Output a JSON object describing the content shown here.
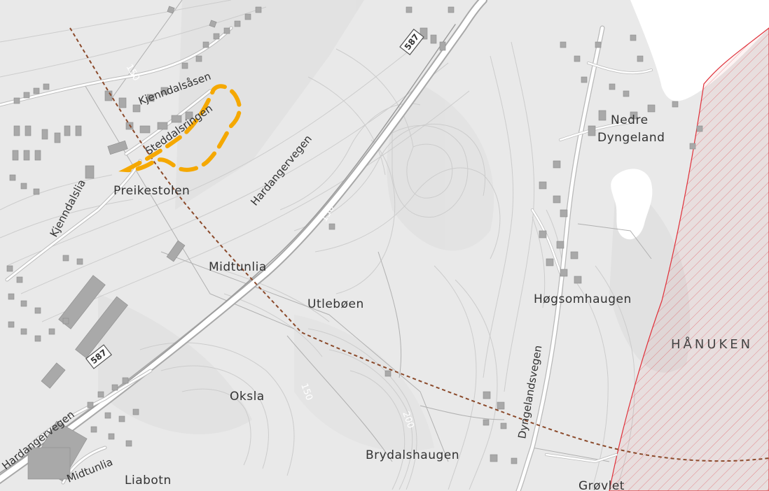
{
  "map": {
    "places": {
      "kjenndalsasen": "Kjenndalsåsen",
      "steddalsringen": "Steddalsringen",
      "preikestolen": "Preikestolen",
      "kjenndalslia": "Kjenndalslia",
      "midtunlia": "Midtunlia",
      "utleboen": "Utlebøen",
      "hogsomhaugen": "Høgsomhaugen",
      "nedre": "Nedre",
      "dyngeland": "Dyngeland",
      "oksla": "Oksla",
      "brydalshaugen": "Brydalshaugen",
      "liabotn": "Liabotn",
      "grovlet": "Grøvlet",
      "midtunlia_road": "Midtunlia",
      "hanuken": "HÅNUKEN"
    },
    "roads": {
      "hardangervegen_1": "Hardangervegen",
      "hardangervegen_2": "Hardangervegen",
      "dyngelandsvegen": "Dyngelandsvegen"
    },
    "route_shields": {
      "top": "587",
      "bottom": "587"
    },
    "contour_labels": {
      "c1": "150",
      "c2": "150",
      "c3": "150",
      "c4": "200"
    },
    "colors": {
      "background": "#e9e9e9",
      "contour": "#cfcfcf",
      "road": "#ffffff",
      "road_casing": "#bdbdbd",
      "building": "#a9a9a9",
      "boundary_dashed": "#8b4a2b",
      "highlight_area": "#f5a800",
      "protected_area": "#e0303a",
      "water": "#ffffff"
    }
  }
}
